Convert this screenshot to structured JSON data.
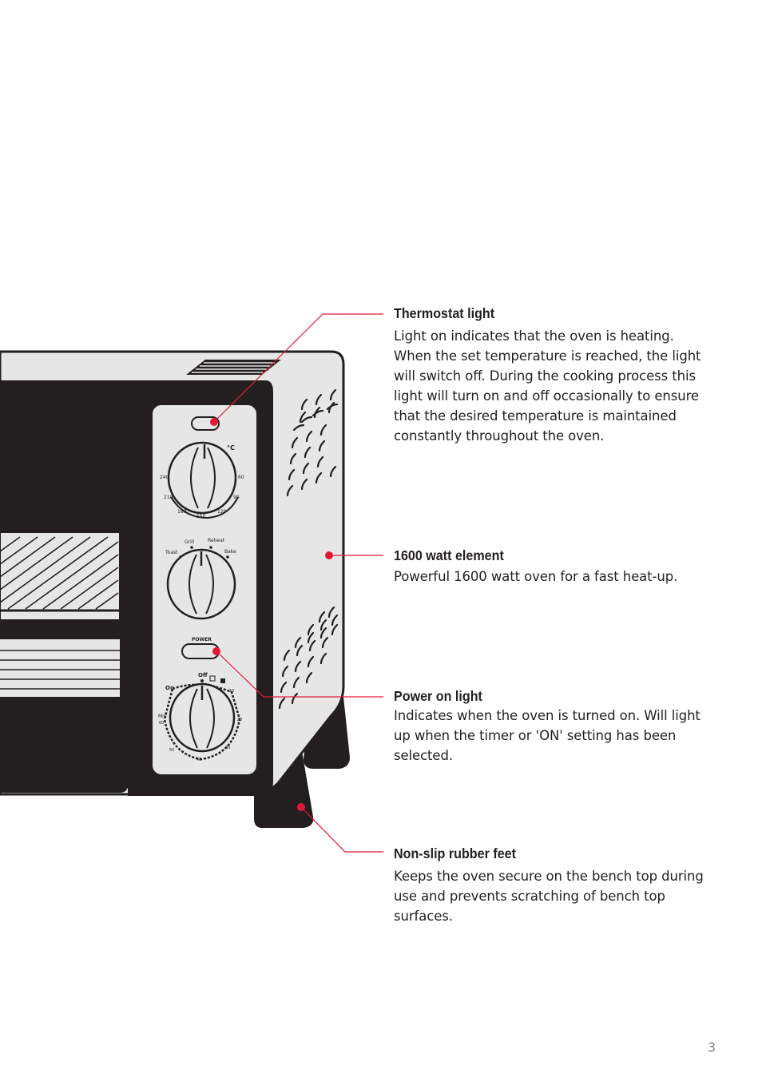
{
  "callouts": {
    "thermostat": {
      "title": "Thermostat light",
      "body": "Light on indicates that the oven is heating. When the set temperature is reached, the light will switch off. During the cooking process this light will turn on and off occasionally to ensure that the desired temperature is maintained constantly throughout the oven."
    },
    "element": {
      "title": "1600 watt element",
      "body": "Powerful 1600 watt oven for a fast heat-up."
    },
    "power": {
      "title": "Power on light",
      "body": "Indicates when the oven is turned on. Will light up when the timer or 'ON' setting has been selected."
    },
    "feet": {
      "title": "Non-slip rubber feet",
      "body": "Keeps the oven secure on the bench top during use and prevents scratching of bench top surfaces."
    }
  },
  "dials": {
    "temperature": {
      "unit": "°C",
      "ticks": [
        "240",
        "210",
        "180",
        "150",
        "120",
        "90",
        "60"
      ]
    },
    "function": {
      "labels": [
        "Toast",
        "Grill",
        "Reheat",
        "Bake"
      ]
    },
    "timer": {
      "labels": [
        "Off",
        "On",
        "Min",
        "60",
        "50",
        "40",
        "30",
        "20",
        "10"
      ]
    },
    "power_label": "POWER"
  },
  "colors": {
    "accent": "#e31837",
    "panel": "#e6e6e6",
    "body": "#231f20"
  },
  "page_number": "3"
}
